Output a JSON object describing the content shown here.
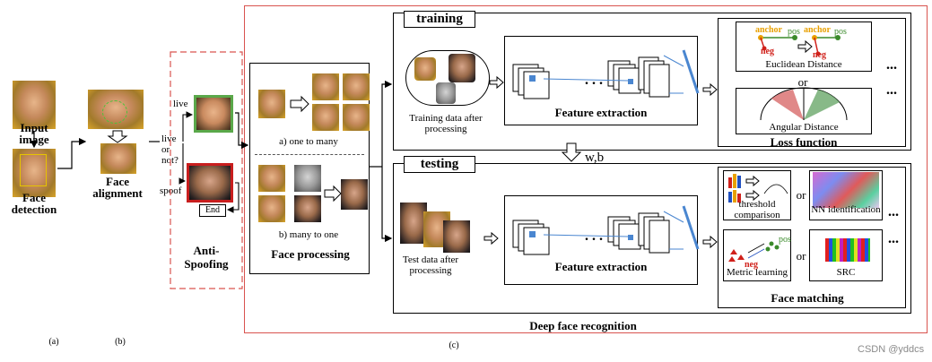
{
  "panel_a": {
    "input_label": "Input image",
    "detection_label": "Face detection",
    "caption": "(a)"
  },
  "panel_b": {
    "alignment_label": "Face alignment",
    "caption": "(b)"
  },
  "anti_spoofing": {
    "live_label": "live",
    "question_label": "live or not?",
    "spoof_label": "spoof",
    "end_label": "End",
    "title": "Anti-Spoofing"
  },
  "face_processing": {
    "one_to_many": "a) one to many",
    "many_to_one": "b) many to one",
    "title": "Face processing"
  },
  "training": {
    "title": "training",
    "data_label": "Training data after processing",
    "feature_label": "Feature extraction",
    "euclidean_label": "Euclidean Distance",
    "or_label": "or",
    "angular_label": "Angular Distance",
    "loss_title": "Loss function",
    "anchor_label": "anchor",
    "pos_label": "pos",
    "neg_label": "neg",
    "dots": "..."
  },
  "transfer_label": "w,b",
  "testing": {
    "title": "testing",
    "data_label": "Test data after processing",
    "feature_label": "Feature extraction",
    "threshold_label": "threshold comparison",
    "nn_label": "NN identification",
    "metric_label": "Metric learning",
    "src_label": "SRC",
    "or_label": "or",
    "matching_title": "Face matching",
    "pos_label": "pos",
    "neg_label": "neg",
    "dots": "..."
  },
  "deep_title": "Deep face recognition",
  "caption_c": "(c)",
  "watermark": "CSDN @yddcs",
  "colors": {
    "red_frame": "#d9534f",
    "anchor": "#e8a000",
    "pos": "#3a8a2a",
    "neg": "#d0201a",
    "live_border": "#5aa84a",
    "spoof_border": "#c81e1e",
    "feature_bar": "#4a86d0"
  }
}
